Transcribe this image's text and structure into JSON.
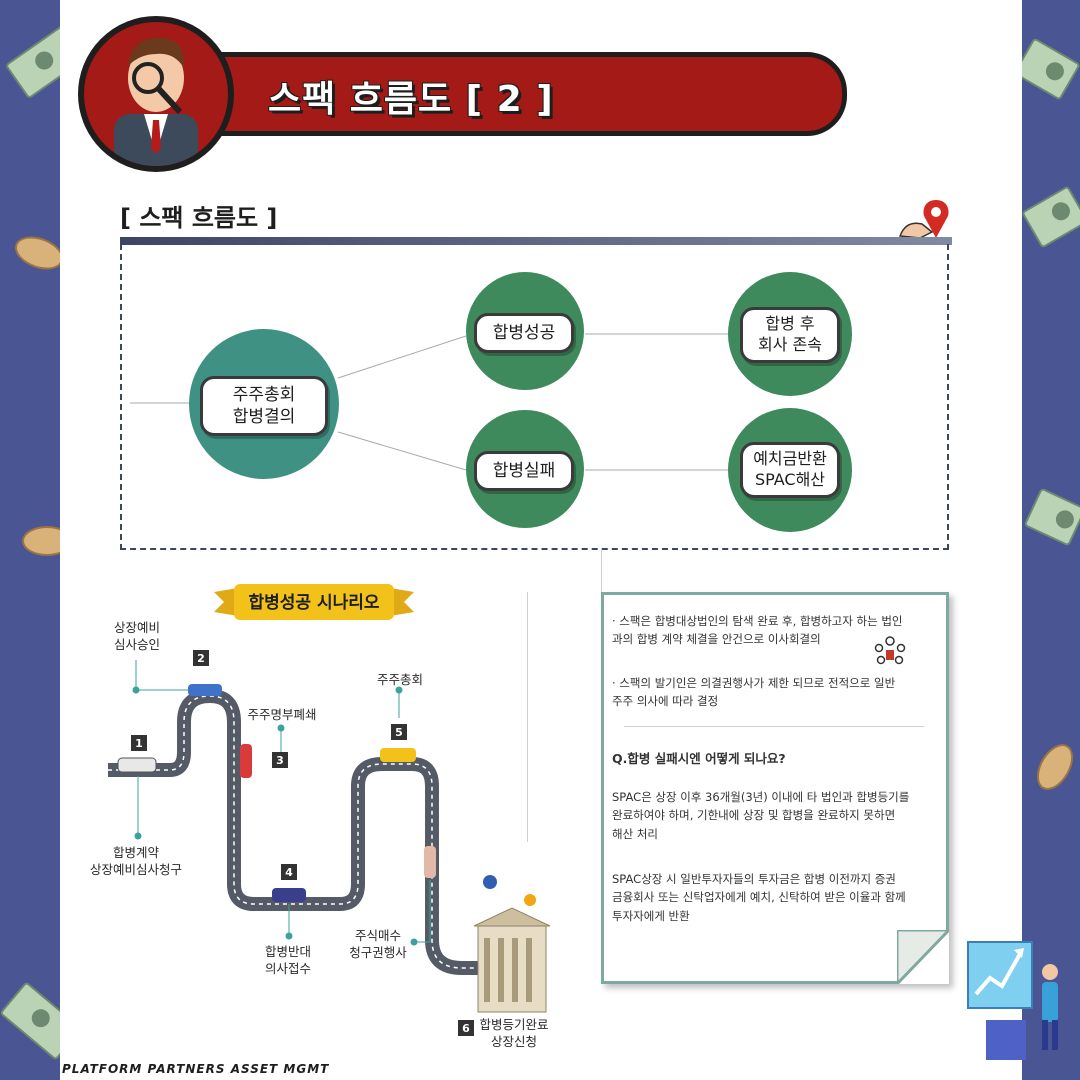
{
  "header": {
    "title": "스팩 흐름도 [ 2 ]"
  },
  "flow": {
    "section_title": "[ 스팩 흐름도 ]",
    "root": "주주총회\n합병결의",
    "success": "합병성공",
    "failure": "합병실패",
    "success_result": "합병 후\n회사 존속",
    "failure_result": "예치금반환\nSPAC해산"
  },
  "scenario": {
    "title": "합병성공 시나리오",
    "steps": [
      {
        "num": "1",
        "label": "합병계약\n상장예비심사청구"
      },
      {
        "num": "2",
        "label": "상장예비\n심사승인"
      },
      {
        "num": "3",
        "label": "주주명부폐쇄"
      },
      {
        "num": "4",
        "label": "합병반대\n의사접수"
      },
      {
        "num": "5",
        "label": "주주총회"
      },
      {
        "num": "6",
        "label": "합병등기완료\n상장신청"
      }
    ],
    "extra_label": "주식매수\n청구권행사"
  },
  "note": {
    "bullet1": "· 스팩은 합병대상법인의 탐색 완료 후, 합병하고자 하는 법인\n  과의 합병 계약 체결을 안건으로 이사회결의",
    "bullet2": "· 스팩의 발기인은 의결권행사가 제한 되므로 전적으로 일반\n  주주 의사에 따라 결정",
    "question": "Q.합병 실패시엔 어떻게 되나요?",
    "answer1": "SPAC은 상장 이후 36개월(3년) 이내에 타 법인과 합병등기를\n완료하여야 하며, 기한내에 상장 및 합병을 완료하지 못하면\n해산 처리",
    "answer2": "SPAC상장 시 일반투자자들의 투자금은 합병 이전까지 증권\n금융회사 또는 신탁업자에게 예치, 신탁하여 받은 이율과 함께\n투자자에게 반환"
  },
  "footer": {
    "brand": "PLATFORM PARTNERS ASSET MGMT"
  },
  "colors": {
    "background": "#4a5694",
    "banner": "#a31a16",
    "node_green": "#3f8a5d",
    "node_teal": "#3f9184",
    "ribbon": "#f2c21b"
  }
}
